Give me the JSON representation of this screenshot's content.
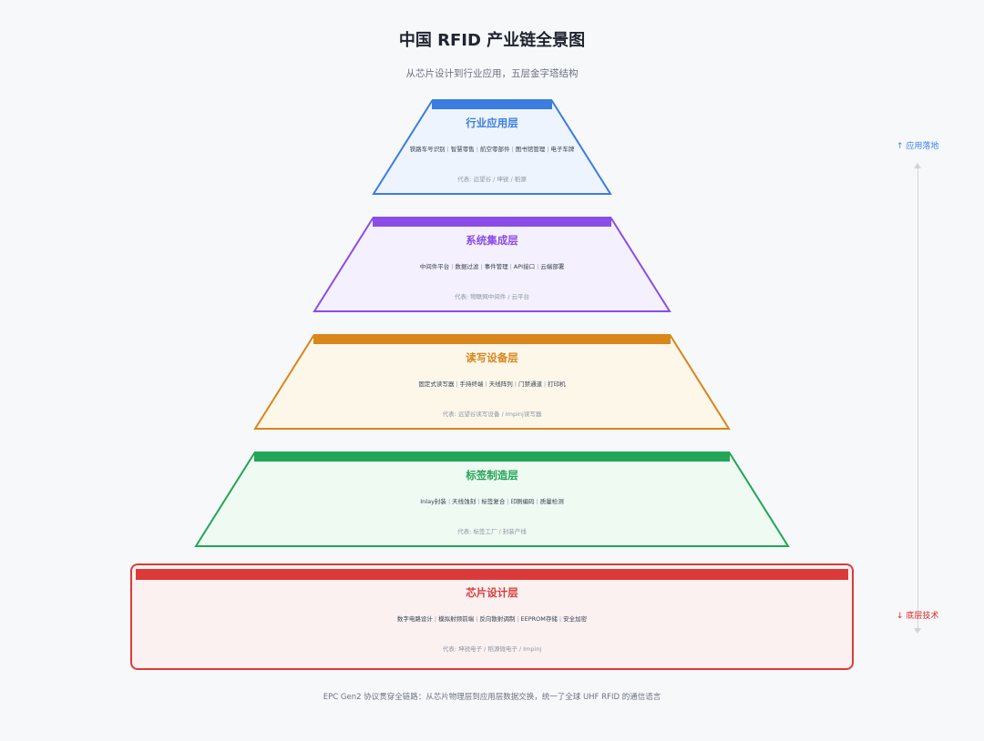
{
  "title": "中国 RFID 产业链全景图",
  "subtitle": "从芯片设计到行业应用，五层金字塔结构",
  "footer": "EPC Gen2 协议贯穿全链路：从芯片物理层到应用层数据交换，统一了全球 UHF RFID 的通信语言",
  "axis": {
    "top_label": "↑ 应用落地",
    "bottom_label": "↓ 底层技术"
  },
  "layers": [
    {
      "name": "行业应用层",
      "items": [
        "铁路车号识别",
        "智慧零售",
        "航空零部件",
        "图书馆管理",
        "电子车牌"
      ],
      "rep": "代表: 远望谷 / 坤锐 / 稻源",
      "color": "#3b7de0",
      "fill": "#edf4fd"
    },
    {
      "name": "系统集成层",
      "items": [
        "中间件平台",
        "数据过滤",
        "事件管理",
        "API接口",
        "云端部署"
      ],
      "rep": "代表: 物联网中间件 / 云平台",
      "color": "#8b4de8",
      "fill": "#f4f0fd"
    },
    {
      "name": "读写设备层",
      "items": [
        "固定式读写器",
        "手持终端",
        "天线阵列",
        "门禁通道",
        "打印机"
      ],
      "rep": "代表: 远望谷读写设备 / Impinj读写器",
      "color": "#d9861a",
      "fill": "#fdf7ea"
    },
    {
      "name": "标签制造层",
      "items": [
        "Inlay封装",
        "天线蚀刻",
        "标签复合",
        "印刷编码",
        "质量检测"
      ],
      "rep": "代表: 标签工厂 / 封装产线",
      "color": "#22a557",
      "fill": "#effaf2"
    },
    {
      "name": "芯片设计层",
      "items": [
        "数字电路设计",
        "模拟射频前端",
        "反向散射调制",
        "EEPROM存储",
        "安全加密"
      ],
      "rep": "代表: 坤锐电子 / 稻源微电子 / Impinj",
      "color": "#dc3a3a",
      "fill": "#fcf1f1"
    }
  ]
}
